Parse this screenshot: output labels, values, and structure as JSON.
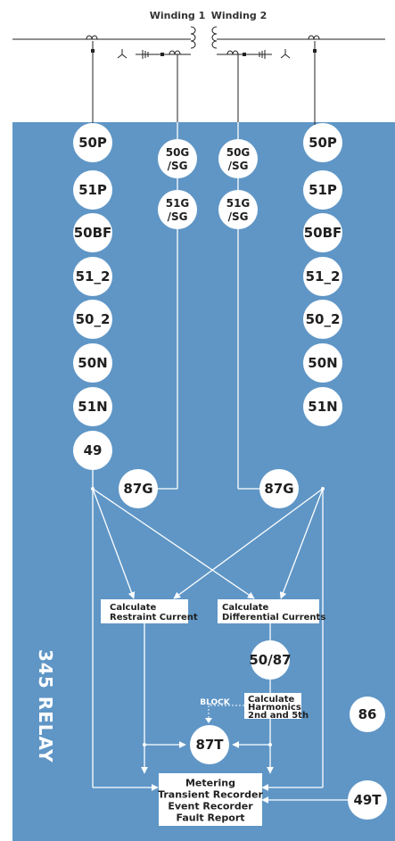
{
  "colors": {
    "panel": "#5f96c6",
    "node": "#ffffff",
    "text": "#1f1f1f",
    "line": "#ffffff",
    "dashed": "#6b9fd0"
  },
  "winding1": "Winding 1",
  "winding2": "Winding 2",
  "relay_label": "345 RELAY",
  "nodes": {
    "w1_50p": "50P",
    "w1_51p": "51P",
    "w1_50bf": "50BF",
    "w1_51_2": "51_2",
    "w1_50_2": "50_2",
    "w1_50n": "50N",
    "w1_51n": "51N",
    "w1_49": "49",
    "w1_50g_l1": "50G",
    "w1_50g_l2": "/SG",
    "w1_51g_l1": "51G",
    "w1_51g_l2": "/SG",
    "w1_87g": "87G",
    "w2_50g_l1": "50G",
    "w2_50g_l2": "/SG",
    "w2_51g_l1": "51G",
    "w2_51g_l2": "/SG",
    "w2_87g": "87G",
    "w2_50p": "50P",
    "w2_51p": "51P",
    "w2_50bf": "50BF",
    "w2_51_2": "51_2",
    "w2_50_2": "50_2",
    "w2_50n": "50N",
    "w2_51n": "51N",
    "n_50_87": "50/87",
    "n_87t": "87T",
    "n_86": "86",
    "n_49t": "49T"
  },
  "boxes": {
    "restraint_l1": "Calculate",
    "restraint_l2": "Restraint Current",
    "differential_l1": "Calculate",
    "differential_l2": "Differential Currents",
    "harmonics_l1": "Calculate",
    "harmonics_l2": "Harmonics",
    "harmonics_l3": "2nd and 5th",
    "block": "BLOCK",
    "metering_l1": "Metering",
    "metering_l2": "Transient Recorder",
    "metering_l3": "Event Recorder",
    "metering_l4": "Fault Report"
  }
}
